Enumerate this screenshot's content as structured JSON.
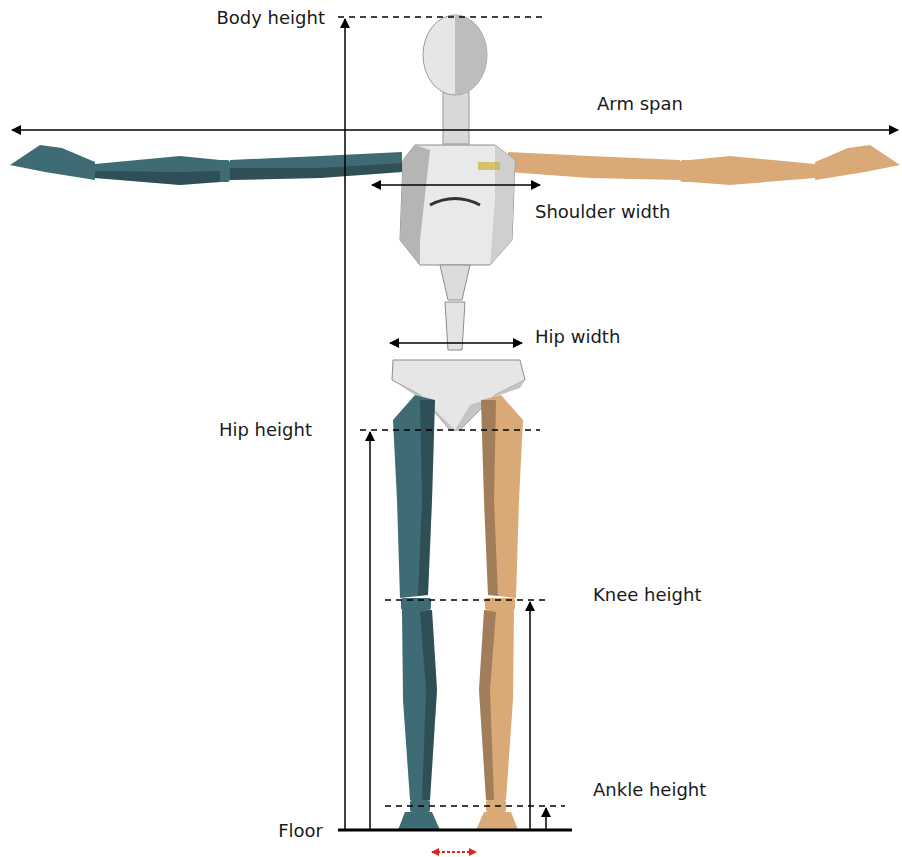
{
  "diagram": {
    "labels": [
      "Body height",
      "Arm span",
      "Shoulder width",
      "Hip width",
      "Hip height",
      "Knee height",
      "Ankle height",
      "Floor"
    ]
  }
}
